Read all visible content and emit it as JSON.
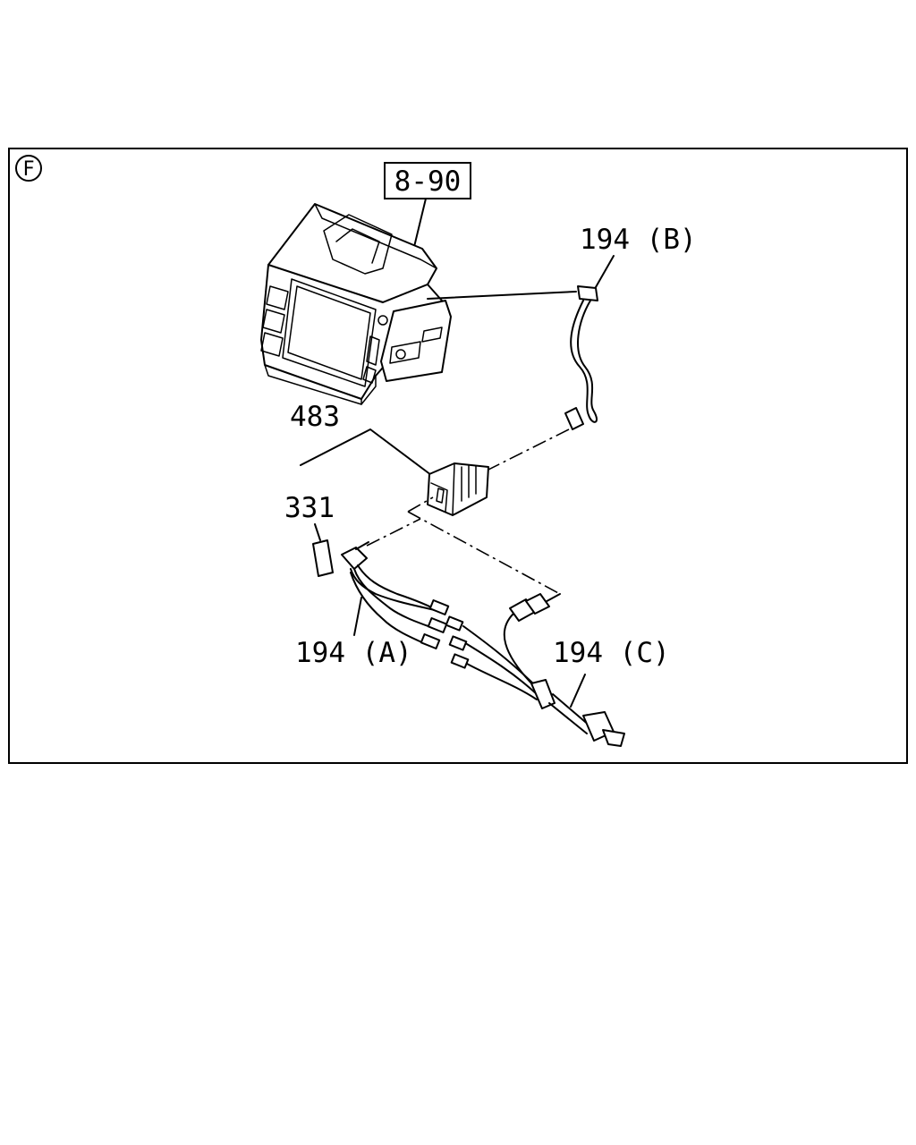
{
  "section_marker": "F",
  "callouts": {
    "ref_box": "8-90",
    "usb_lead_b": "194 (B)",
    "port_assembly": "483",
    "cover": "331",
    "harness_a": "194 (A)",
    "harness_c": "194 (C)"
  },
  "icons": [
    "circled-letter-icon",
    "console-unit-icon",
    "connector-icon",
    "cable-icon"
  ]
}
